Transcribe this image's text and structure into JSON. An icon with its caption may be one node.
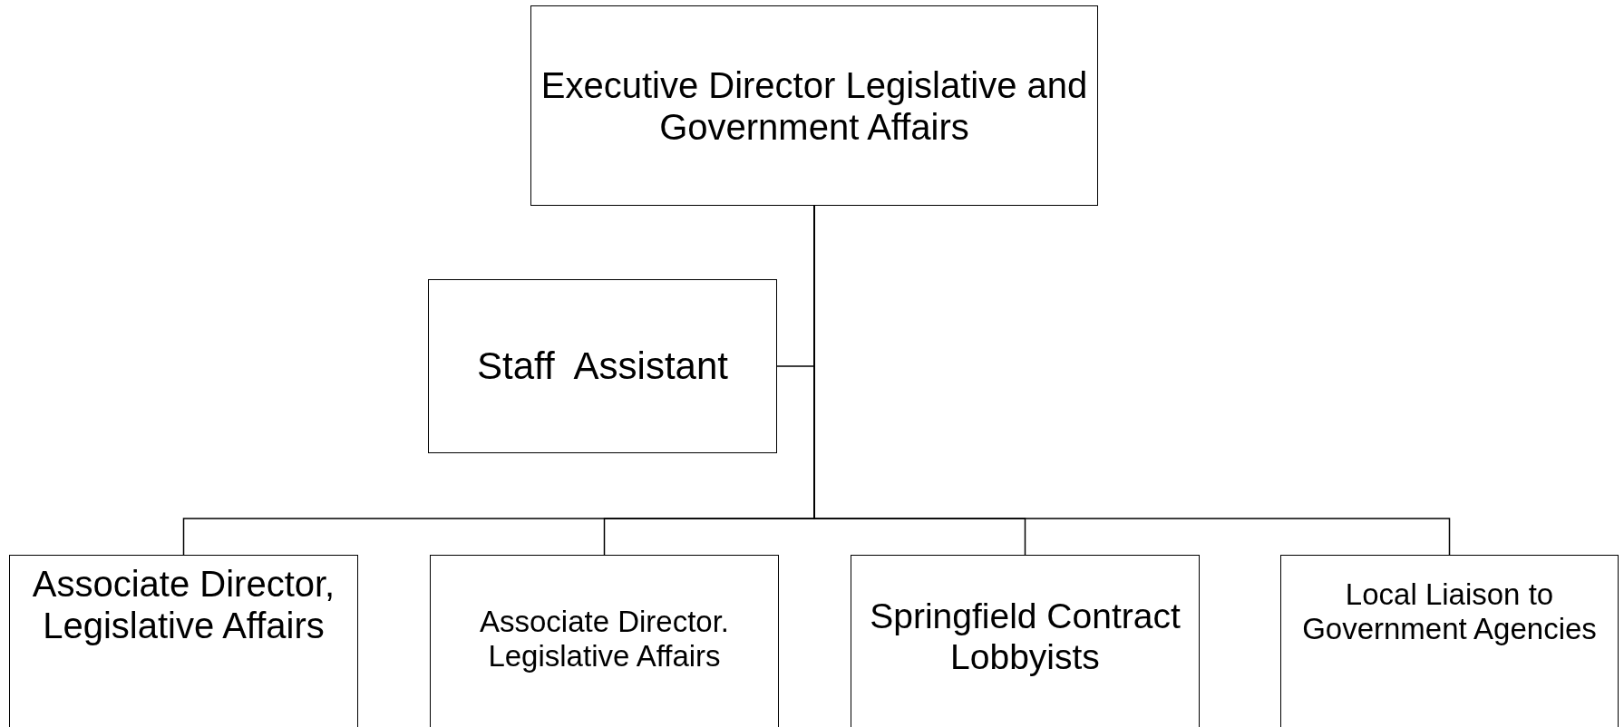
{
  "diagram": {
    "nodes": [
      {
        "text": [
          "Executive Director Legislative and Government Affairs"
        ]
      },
      {
        "text": [
          "Staff  Assistant"
        ]
      },
      {
        "text": [
          "Associate Director, Legislative Affairs"
        ]
      },
      {
        "text": [
          "Associate Director. Legislative Affairs"
        ]
      },
      {
        "text": [
          "Springfield Contract Lobbyists"
        ]
      },
      {
        "text": [
          "Local Liaison to Government Agencies"
        ]
      }
    ],
    "edges": [
      {
        "from": 0,
        "to": 1,
        "arrow": "none"
      },
      {
        "from": 0,
        "to": 2,
        "arrow": "none"
      },
      {
        "from": 0,
        "to": 3,
        "arrow": "none"
      },
      {
        "from": 0,
        "to": 4,
        "arrow": "none"
      },
      {
        "from": 0,
        "to": 5,
        "arrow": "none"
      }
    ]
  }
}
